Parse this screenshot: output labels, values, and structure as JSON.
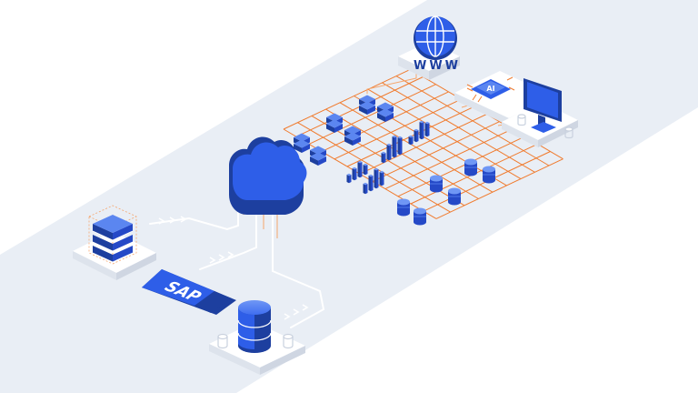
{
  "scene": {
    "colors": {
      "band": "#e9eef5",
      "grid": "#f07b2e",
      "blue_dark": "#1d3f9f",
      "blue": "#2e5ee8",
      "blue_light": "#5b86f0",
      "platform_top": "#ffffff",
      "platform_side": "#dde3ec",
      "connector": "#ffffff",
      "guide": "#f5a56c"
    },
    "labels": {
      "www": "WWW",
      "ai": "AI",
      "sap": "SAP"
    },
    "icons": [
      "globe-icon",
      "ai-chip-icon",
      "monitor-icon",
      "cloud-icon",
      "server-stack-icon",
      "database-icon",
      "sap-logo"
    ]
  }
}
